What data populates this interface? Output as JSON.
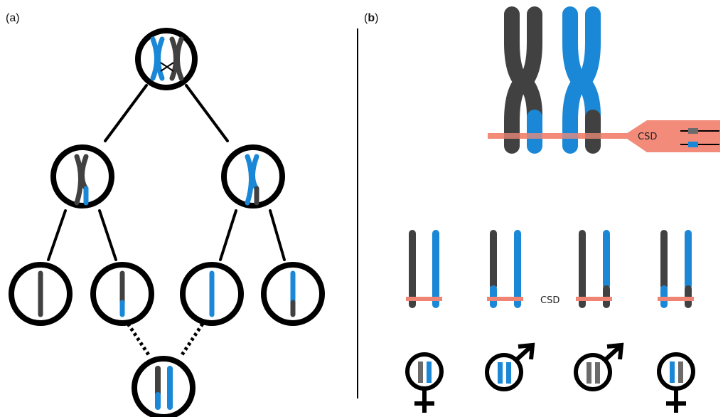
{
  "panel_a": {
    "label_open": "(",
    "label_letter": "a",
    "label_close": ")"
  },
  "panel_b": {
    "label_open": "(",
    "label_letter": "b",
    "label_close": ")"
  },
  "csd_marker_label": "CSD",
  "csd_locus_label": "CSD",
  "colors": {
    "dark_chromosome": "#414141",
    "blue_chromosome": "#1a88d6",
    "csd_band": "#f08474",
    "csd_callout": "#f38b7a",
    "circle_outline": "#000000"
  },
  "sexes": [
    "female",
    "male",
    "male",
    "female"
  ]
}
